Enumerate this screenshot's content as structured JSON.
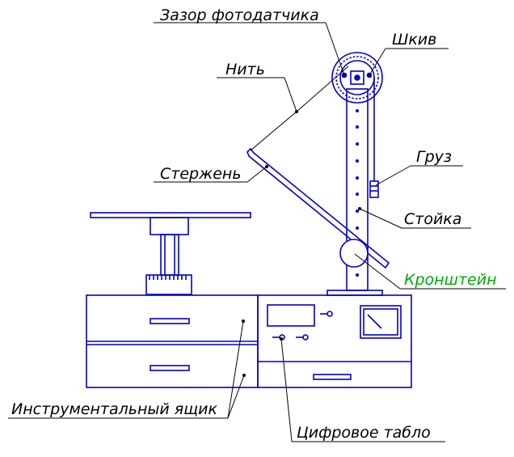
{
  "colors": {
    "apparatus": "#0000cc",
    "leader": "#000000",
    "kronshtein_label": "#00aa00"
  },
  "labels": {
    "zazor": "Зазор фотодатчика",
    "shkiv": "Шкив",
    "nit": "Нить",
    "gruz": "Груз",
    "sterzhen": "Стержень",
    "stoyka": "Стойка",
    "kronshtein": "Кронштейн",
    "yashchik": "Инструментальный ящик",
    "tablo": "Цифровое табло"
  }
}
